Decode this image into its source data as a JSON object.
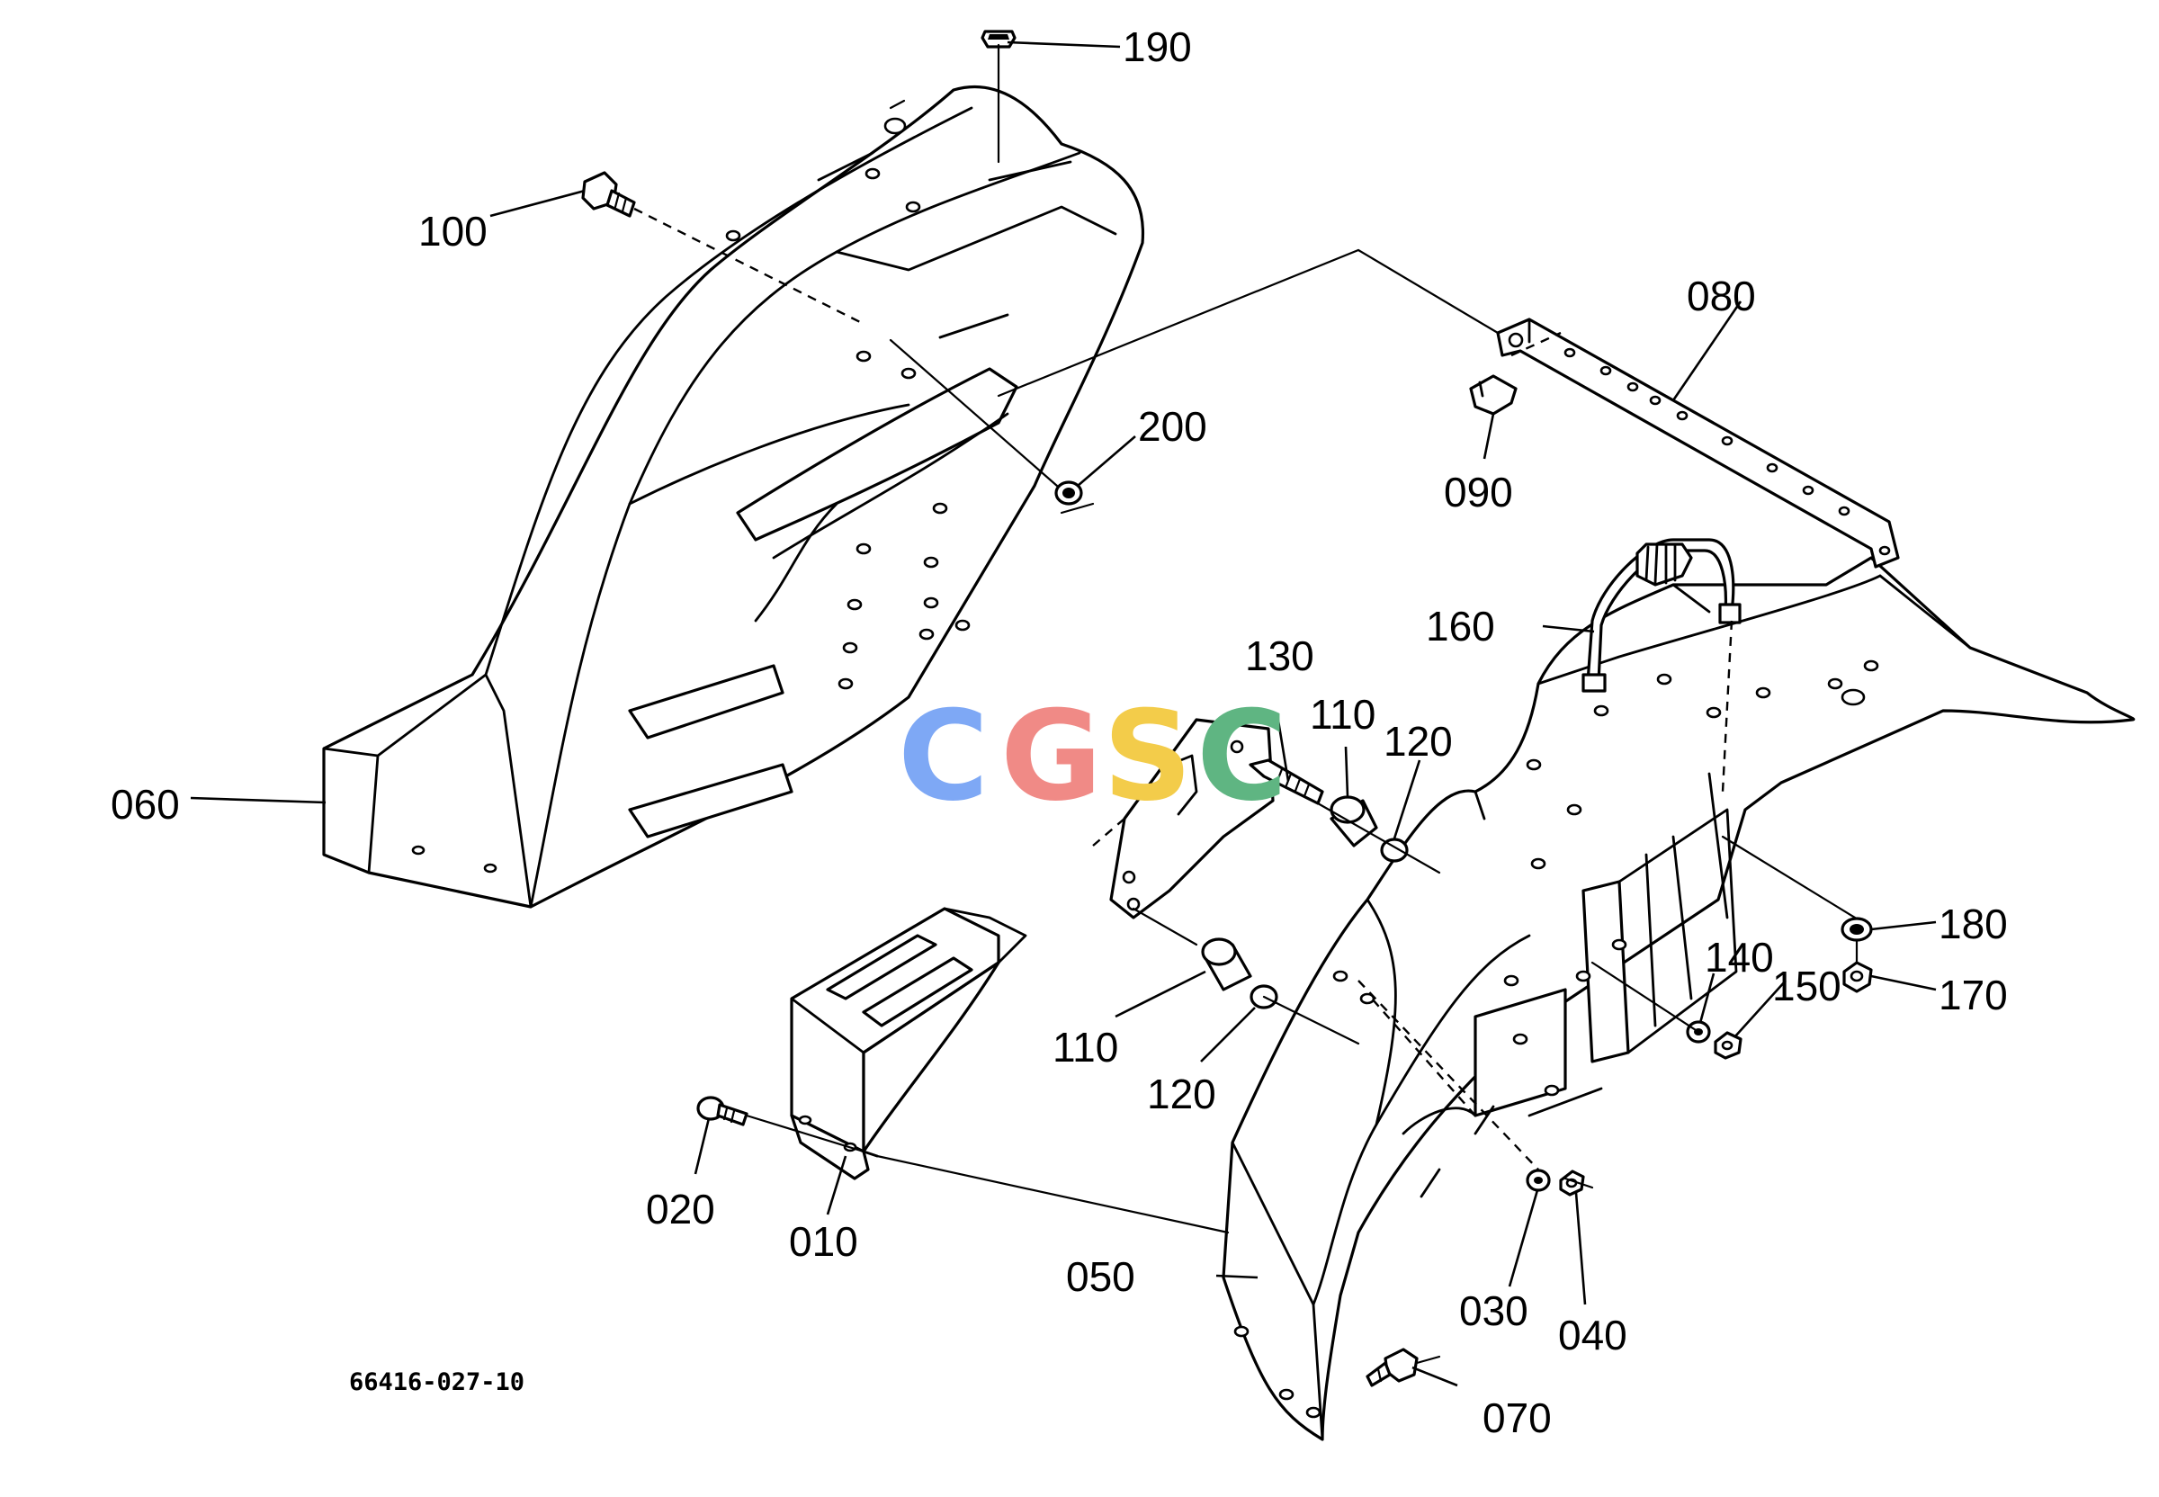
{
  "drawing": {
    "doc_number": "66416-027-10",
    "watermark": {
      "letters": [
        "C",
        "G",
        "S",
        "C"
      ],
      "colors": [
        "#7ea8f5",
        "#f08a86",
        "#f3cc4a",
        "#5fb582"
      ]
    }
  },
  "callouts": {
    "c010": "010",
    "c020": "020",
    "c030": "030",
    "c040": "040",
    "c050": "050",
    "c060": "060",
    "c070": "070",
    "c080": "080",
    "c090": "090",
    "c100": "100",
    "c110a": "110",
    "c110b": "110",
    "c120a": "120",
    "c120b": "120",
    "c130": "130",
    "c140": "140",
    "c150": "150",
    "c160": "160",
    "c170": "170",
    "c180": "180",
    "c190": "190",
    "c200": "200"
  }
}
